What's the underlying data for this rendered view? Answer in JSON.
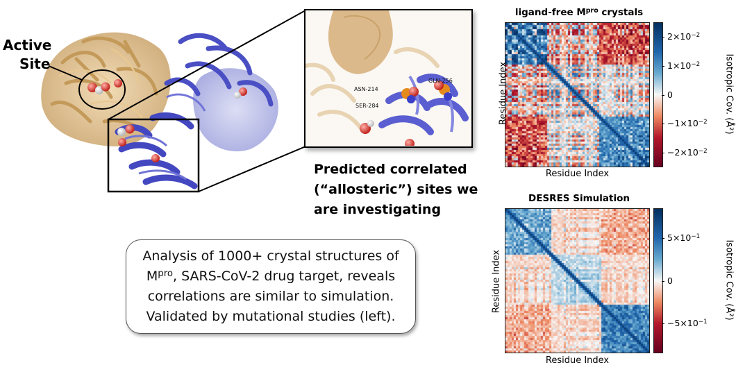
{
  "protein_labels": {
    "active_site": [
      "Active",
      "Site"
    ],
    "residues": [
      "GLN-256",
      "ASN-214",
      "SER-284"
    ]
  },
  "callout": {
    "lines": [
      "Predicted correlated",
      "(“allosteric”) sites we",
      "are investigating"
    ]
  },
  "summary": {
    "line1": "Analysis of 1000+ crystal structures of",
    "line2_base": "M",
    "line2_sup": "pro",
    "line2_rest": ", SARS-CoV-2 drug target, reveals",
    "line3": "correlations are similar to simulation.",
    "line4": "Validated by mutational studies (left)."
  },
  "colors": {
    "chain_a_tan": "#d9b883",
    "chain_b_blue": "#4b4fc4",
    "chain_b_light": "#b9bce6",
    "cmap_positive": "#1f4f8b",
    "cmap_negative": "#8b1a26"
  },
  "chart_data": [
    {
      "type": "heatmap",
      "title_base": "ligand-free M",
      "title_sup": "pro",
      "title_rest": " crystals",
      "xlabel": "Residue Index",
      "ylabel": "Residue Index",
      "colorbar_label": "Isotropic Cov. (Å²)",
      "colorbar_ticks": [
        {
          "value": 0.02,
          "base": "2×10",
          "exp": "−2"
        },
        {
          "value": 0.01,
          "base": "1×10",
          "exp": "−2"
        },
        {
          "value": 0,
          "base": "0",
          "exp": ""
        },
        {
          "value": -0.01,
          "base": "−1×10",
          "exp": "−2"
        },
        {
          "value": -0.02,
          "base": "−2×10",
          "exp": "−2"
        }
      ],
      "vlim": [
        -0.025,
        0.025
      ],
      "colormap": "diverging red-white-blue"
    },
    {
      "type": "heatmap",
      "title": "DESRES Simulation",
      "xlabel": "Residue Index",
      "ylabel": "Residue Index",
      "colorbar_label": "Isotropic Cov. (Å²)",
      "colorbar_ticks": [
        {
          "value": 0.5,
          "base": "5×10",
          "exp": "−1"
        },
        {
          "value": 0,
          "base": "0",
          "exp": ""
        },
        {
          "value": -0.5,
          "base": "−5×10",
          "exp": "−1"
        }
      ],
      "vlim": [
        -0.85,
        0.85
      ],
      "colormap": "diverging red-white-blue"
    }
  ]
}
